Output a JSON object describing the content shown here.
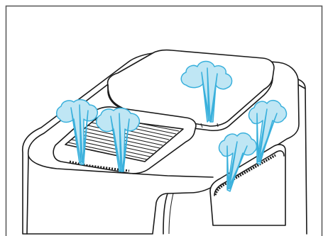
{
  "figure": {
    "cropped_top_text": "",
    "colors": {
      "outline": "#1a1a1a",
      "airflow_fill": "#bfe6f4",
      "airflow_stroke": "#39b0dc",
      "frame_border": "#555555"
    },
    "parts": [
      "frame",
      "purifier-body",
      "top-cover-lid",
      "top-grille",
      "side-filter-panel"
    ],
    "airflow_icons": [
      "airflow-icon-top-cover",
      "airflow-icon-grille-left",
      "airflow-icon-grille-center",
      "airflow-icon-side-left",
      "airflow-icon-side-right"
    ]
  }
}
